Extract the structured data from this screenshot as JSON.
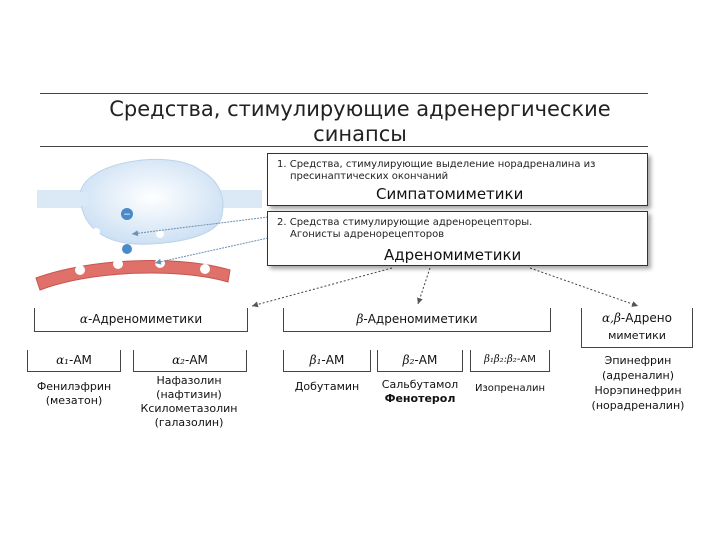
{
  "title": {
    "line1": "Средства, стимулирующие адренергические",
    "line2": "синапсы"
  },
  "box1": {
    "item": "1. Средства, стимулирующие выделение норадреналина из",
    "item_cont": "пресинаптических окончаний",
    "name": "Симпатомиметики"
  },
  "box2": {
    "item": "2. Средства стимулирующие адренорецепторы.",
    "item_cont": "Агонисты адренорецепторов",
    "name": "Адреномиметики"
  },
  "groups": {
    "alpha": {
      "symbol": "α",
      "label": "-Адреномиметики"
    },
    "beta": {
      "symbol": "β",
      "label": "-Адреномиметики"
    },
    "alphabeta": {
      "symbol": "α,β",
      "label": "-Адрено",
      "label2": "миметики"
    }
  },
  "subgroups": {
    "a1": {
      "symbol": "α₁",
      "label": "-АМ"
    },
    "a2": {
      "symbol": "α₂",
      "label": "-АМ"
    },
    "b1": {
      "symbol": "β₁",
      "label": "-АМ"
    },
    "b2": {
      "symbol": "β₂",
      "label": "-АМ"
    },
    "b1b2": {
      "symbol": "β₁β₂:β₂",
      "label": "-АМ"
    }
  },
  "drugs": {
    "a1": [
      "Фенилэфрин",
      "(мезатон)"
    ],
    "a2": [
      "Нафазолин",
      "(нафтизин)",
      "Ксилометазолин",
      "(галазолин)"
    ],
    "b1": [
      "Добутамин"
    ],
    "b2": [
      "Сальбутамол",
      "Фенотерол"
    ],
    "b1b2": [
      "Изопреналин"
    ],
    "ab": [
      "Эпинефрин",
      "(адреналин)",
      "Норэпинефрин",
      "(норадреналин)"
    ]
  },
  "colors": {
    "synapse_fill": "#dbe9f7",
    "vesicle": "#4b8ac9",
    "membrane": "#e0706a",
    "arrow": "#6b8fb5"
  }
}
